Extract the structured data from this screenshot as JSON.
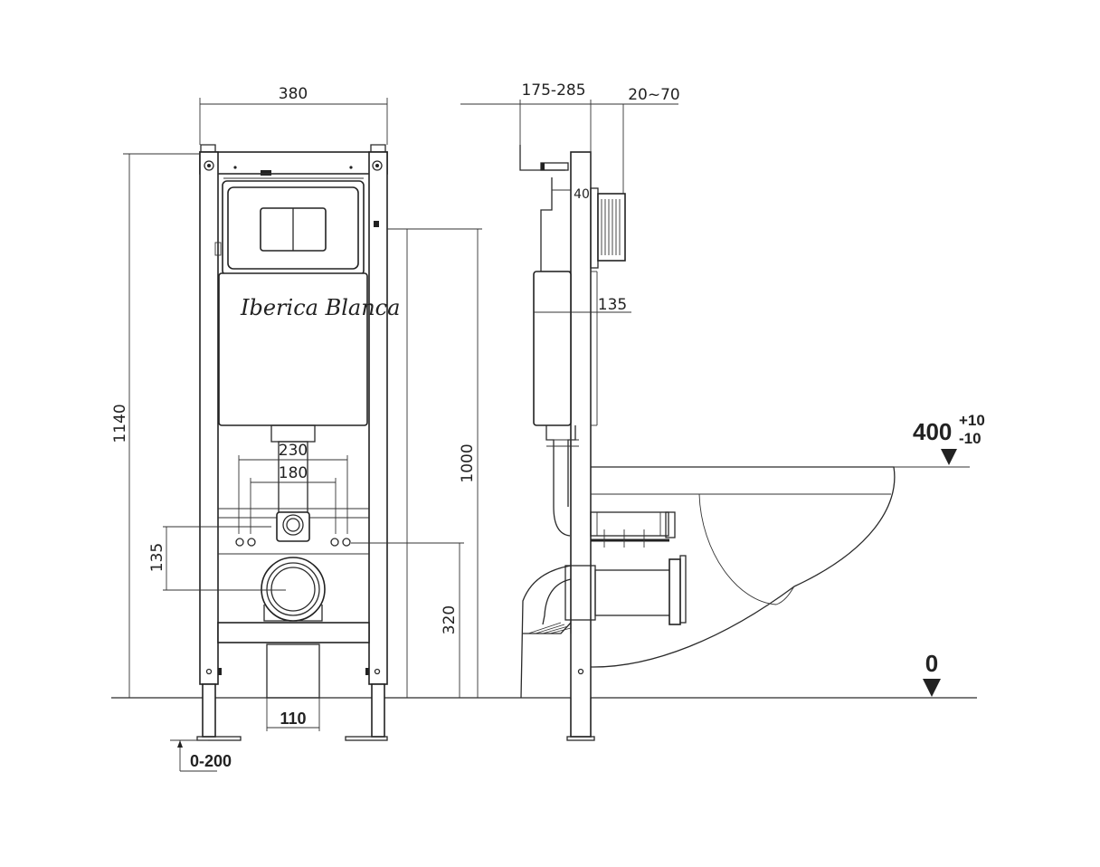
{
  "brand": {
    "name": "Iberica Blanca"
  },
  "front_view": {
    "width": "380",
    "height": "1140",
    "outlet_spacing_outer": "230",
    "outlet_spacing_inner": "180",
    "spacing_vertical": "135",
    "flush_height": "1000",
    "outlet_height": "320",
    "drain_width": "110",
    "leg_adjust": "0-200"
  },
  "side_view": {
    "wall_depth": "175-285",
    "plate_depth": "20~70",
    "frame_offset": "40",
    "tank_depth": "135",
    "seat_level": "400",
    "tolerance_plus": "+10",
    "tolerance_minus": "-10",
    "floor_level": "0"
  }
}
